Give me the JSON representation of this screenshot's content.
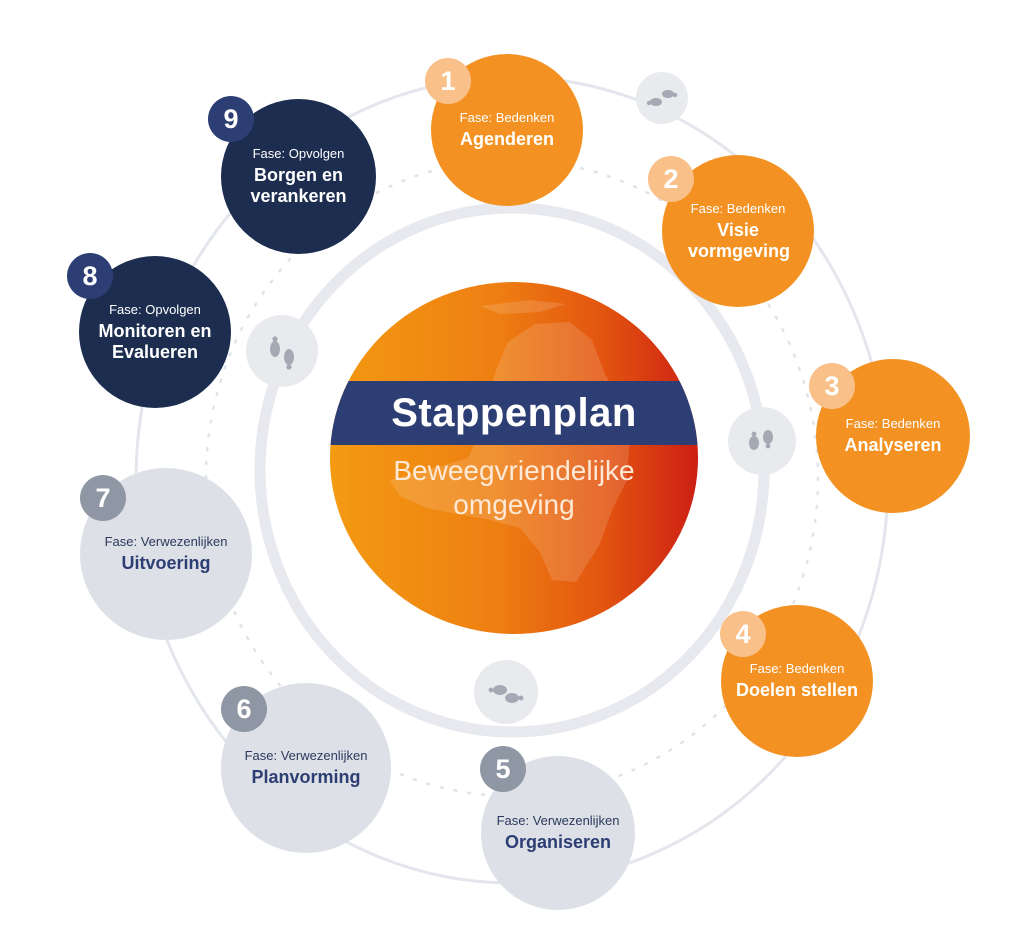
{
  "center": {
    "title": "Stappenplan",
    "subtitle_line1": "Beweegvriendelijke",
    "subtitle_line2": "omgeving"
  },
  "steps": [
    {
      "number": "1",
      "phase": "Fase: Bedenken",
      "name": "Agenderen",
      "color": "orange"
    },
    {
      "number": "2",
      "phase": "Fase: Bedenken",
      "name": "Visie vormgeving",
      "color": "orange"
    },
    {
      "number": "3",
      "phase": "Fase: Bedenken",
      "name": "Analyseren",
      "color": "orange"
    },
    {
      "number": "4",
      "phase": "Fase: Bedenken",
      "name": "Doelen stellen",
      "color": "orange"
    },
    {
      "number": "5",
      "phase": "Fase: Verwezenlijken",
      "name": "Organiseren",
      "color": "grey"
    },
    {
      "number": "6",
      "phase": "Fase: Verwezenlijken",
      "name": "Planvorming",
      "color": "grey"
    },
    {
      "number": "7",
      "phase": "Fase: Verwezenlijken",
      "name": "Uitvoering",
      "color": "grey"
    },
    {
      "number": "8",
      "phase": "Fase: Opvolgen",
      "name": "Monitoren en Evalueren",
      "color": "navy"
    },
    {
      "number": "9",
      "phase": "Fase: Opvolgen",
      "name": "Borgen en verankeren",
      "color": "navy"
    }
  ],
  "colors": {
    "orange": "#f39223",
    "navy": "#1c2d4f",
    "grey": "#dde0e6",
    "band": "#2d3e74"
  },
  "icons": [
    "footprints-icon"
  ]
}
